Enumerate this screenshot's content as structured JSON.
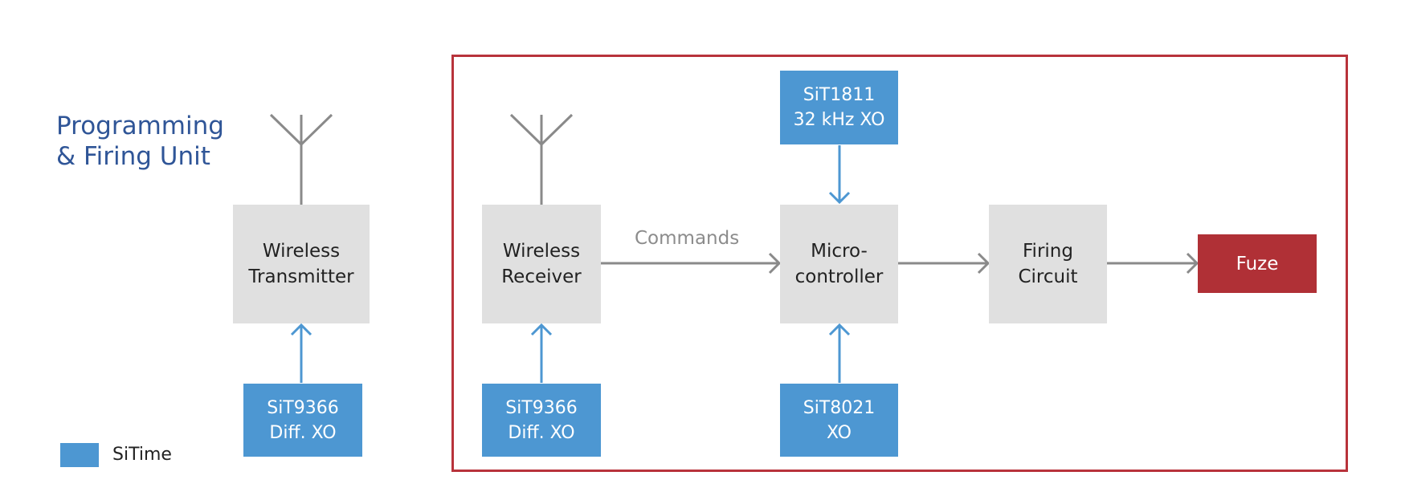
{
  "title": {
    "line1": "Programming",
    "line2": "& Firing Unit"
  },
  "blocks": {
    "wireless_transmitter": {
      "line1": "Wireless",
      "line2": "Transmitter"
    },
    "wireless_receiver": {
      "line1": "Wireless",
      "line2": "Receiver"
    },
    "microcontroller": {
      "line1": "Micro-",
      "line2": "controller"
    },
    "firing_circuit": {
      "line1": "Firing",
      "line2": "Circuit"
    },
    "fuze": {
      "label": "Fuze"
    }
  },
  "sitime_parts": {
    "tx_osc": {
      "part": "SiT9366",
      "type": "Diff. XO"
    },
    "rx_osc": {
      "part": "SiT9366",
      "type": "Diff. XO"
    },
    "rtc_osc": {
      "part": "SiT1811",
      "type": "32 kHz XO"
    },
    "mcu_osc": {
      "part": "SiT8021",
      "type": "XO"
    }
  },
  "connections": {
    "commands_label": "Commands"
  },
  "legend": {
    "label": "SiTime"
  },
  "colors": {
    "sitime_blue": "#4d97d2",
    "fuze_red": "#b03036",
    "frame_red": "#b8333b",
    "block_gray": "#e0e0e0",
    "title_blue": "#2f5597"
  }
}
